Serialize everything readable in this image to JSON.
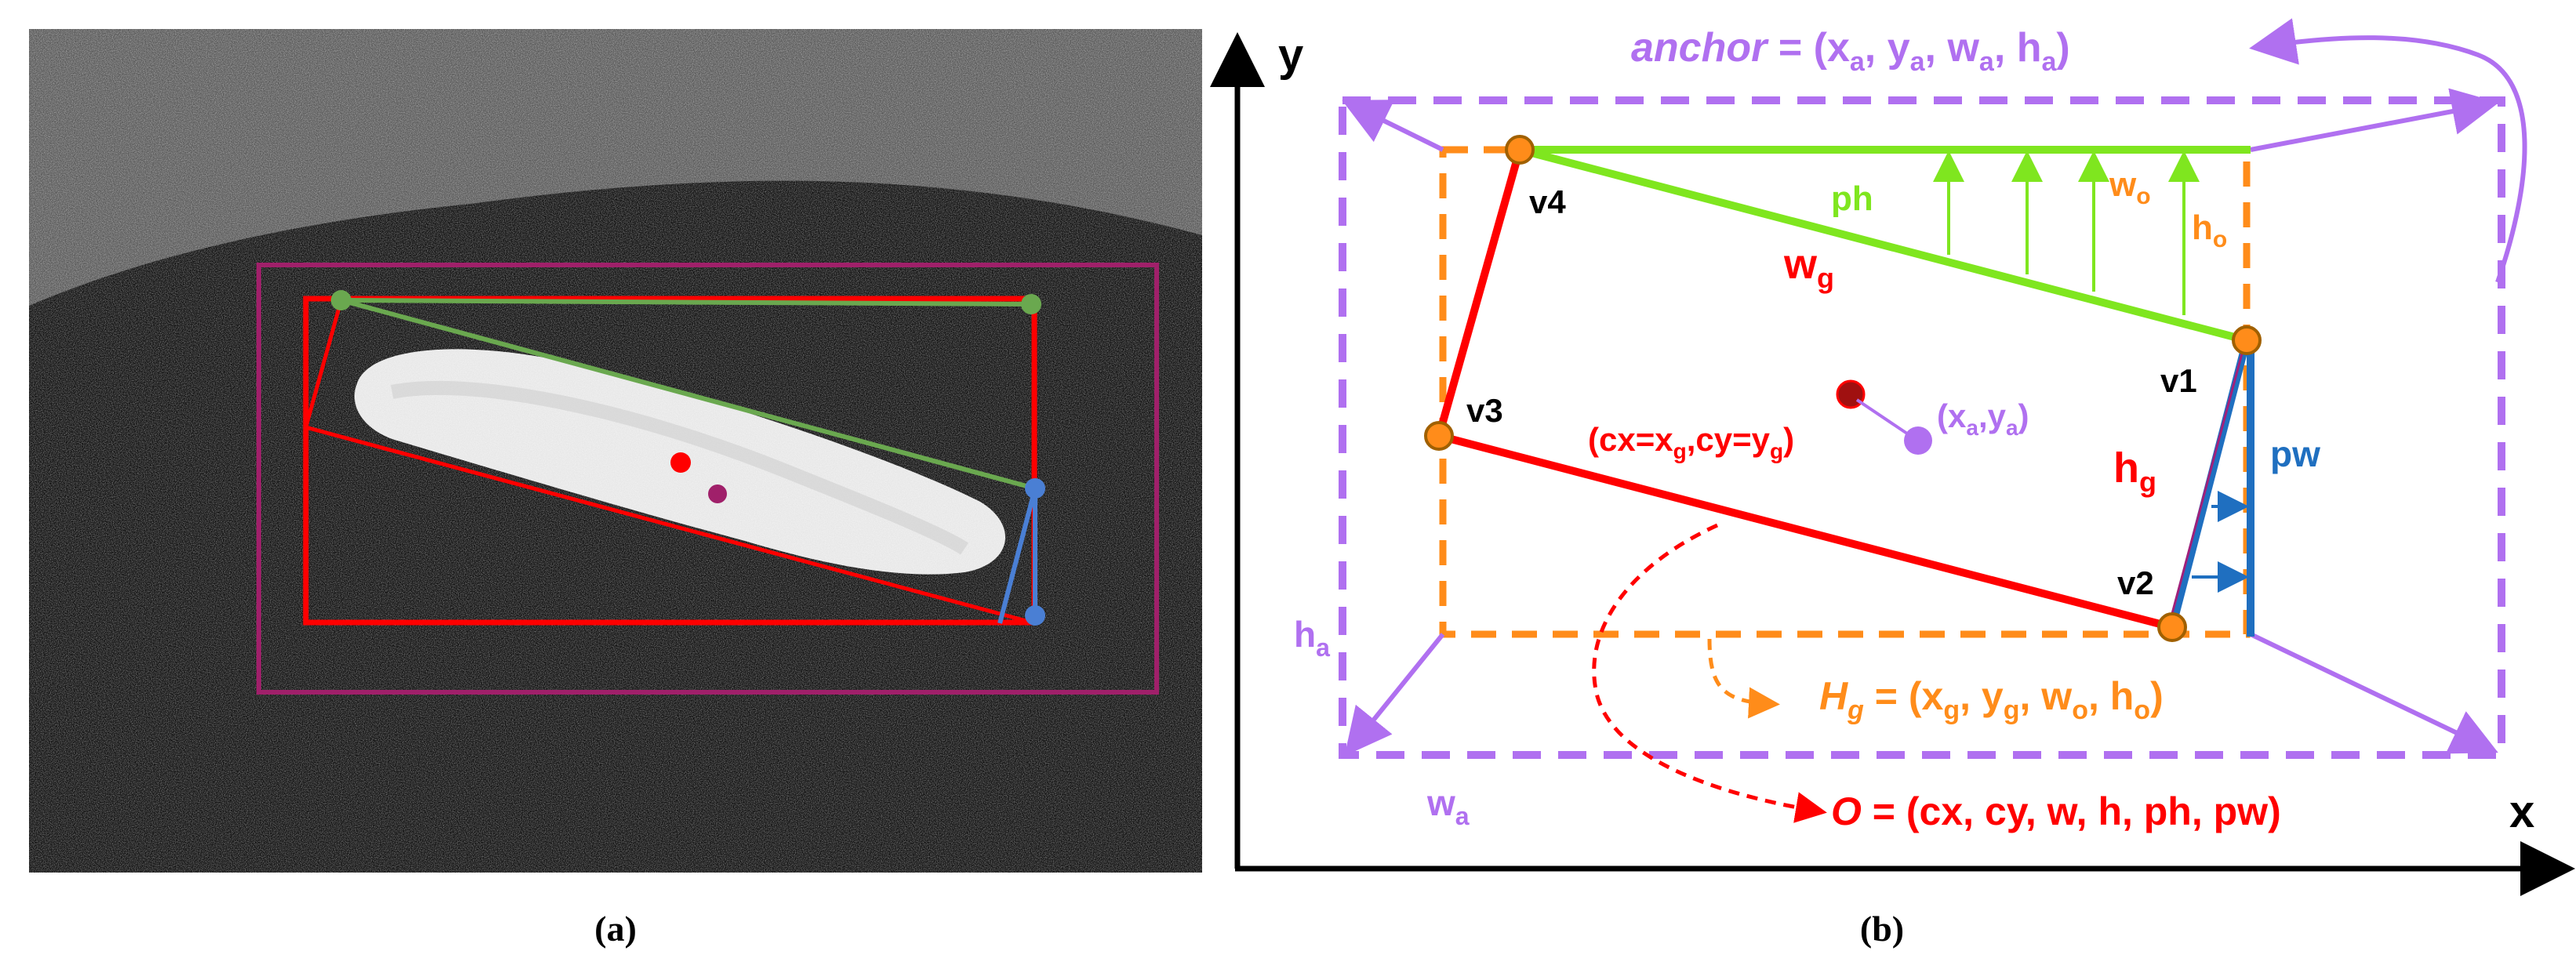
{
  "panel_a": {
    "caption": "(a)"
  },
  "panel_b": {
    "caption": "(b)",
    "axis_x": "x",
    "axis_y": "y",
    "anchor": {
      "lead": "anchor",
      "rest": " = (x",
      "s1": "a",
      "c1": ", y",
      "s2": "a",
      "c2": ", w",
      "s3": "a",
      "c3": ", h",
      "s4": "a",
      "end": ")"
    },
    "hg_formula": {
      "lead": "H",
      "lead_sub": "g",
      "rest": " = (x",
      "s1": "g",
      "c1": ", y",
      "s2": "g",
      "c2": ", w",
      "s3": "o",
      "c3": ", h",
      "s4": "o",
      "end": ")"
    },
    "o_formula": {
      "lead": "O",
      "rest": " = (cx, cy, w, h, ph, pw)"
    },
    "vertices": [
      "v1",
      "v2",
      "v3",
      "v4"
    ],
    "labels": {
      "ph": "ph",
      "pw": "pw",
      "wo": "w",
      "wo_sub": "o",
      "ho": "h",
      "ho_sub": "o",
      "wg": "w",
      "wg_sub": "g",
      "hg": "h",
      "hg_sub": "g",
      "ha": "h",
      "ha_sub": "a",
      "wa": "w",
      "wa_sub": "a",
      "center_g": "(cx=x",
      "center_g_sub1": "g",
      "center_g_mid": ",cy=y",
      "center_g_sub2": "g",
      "center_g_end": ")",
      "center_a": "(x",
      "center_a_sub1": "a",
      "center_a_mid": ",y",
      "center_a_sub2": "a",
      "center_a_end": ")"
    }
  },
  "colors": {
    "red": "#ff0000",
    "green": "#7fe61f",
    "orange": "#ff8c1a",
    "purple": "#b070f0",
    "blue": "#1f6fc0",
    "magenta": "#a0206a",
    "dark_red": "#a01010"
  }
}
